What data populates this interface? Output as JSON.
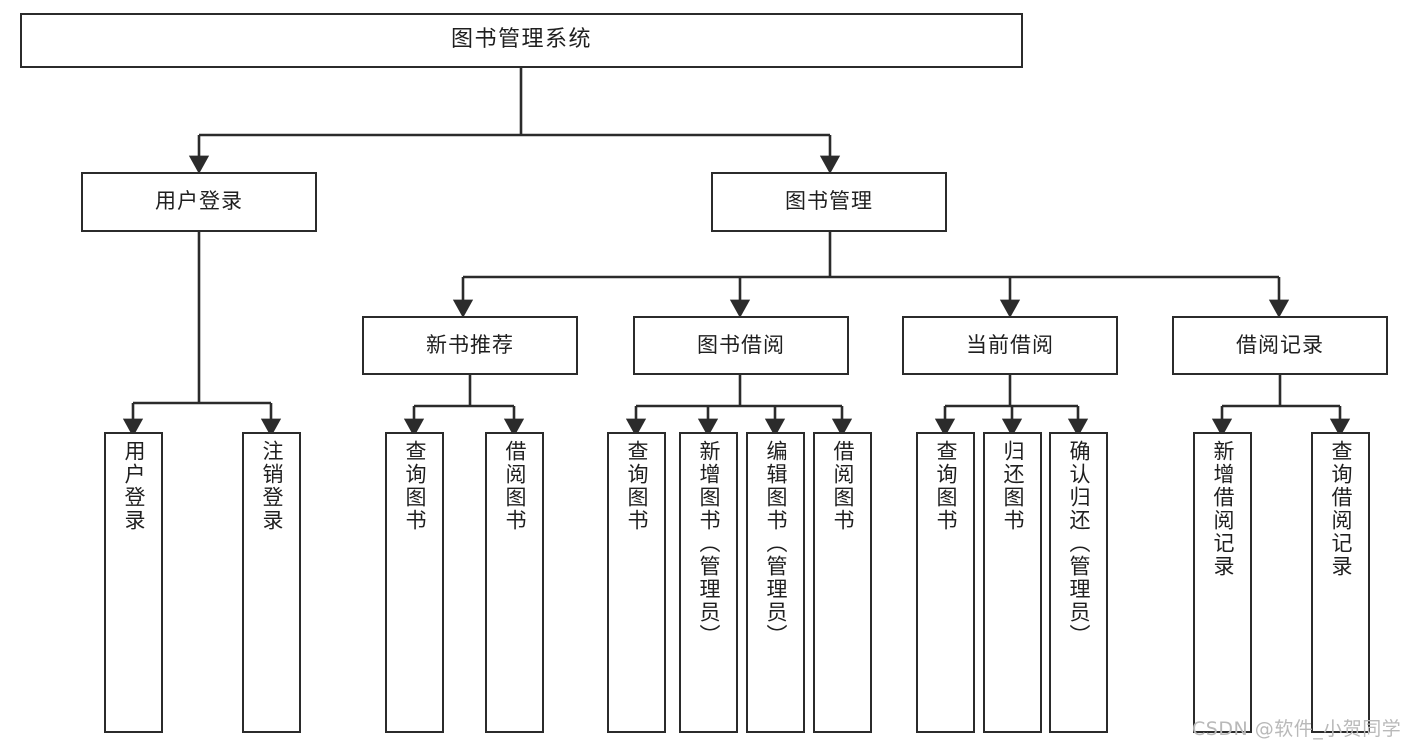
{
  "diagram": {
    "title": "图书管理系统",
    "type": "tree-hierarchy-diagram",
    "colors": {
      "box_border": "#2b2b2b",
      "box_fill": "#ffffff",
      "connector": "#2b2b2b",
      "text": "#1f1f1f",
      "watermark": "#b9b9b9",
      "background": "#ffffff"
    }
  },
  "nodes": {
    "root": {
      "label": "图书管理系统"
    },
    "level2": [
      {
        "label": "用户登录"
      },
      {
        "label": "图书管理"
      }
    ],
    "level3": [
      {
        "label": "新书推荐"
      },
      {
        "label": "图书借阅"
      },
      {
        "label": "当前借阅"
      },
      {
        "label": "借阅记录"
      }
    ],
    "leaves": {
      "user_login": [
        {
          "label": "用户登录"
        },
        {
          "label": "注销登录"
        }
      ],
      "new_book_recommend": [
        {
          "label": "查询图书"
        },
        {
          "label": "借阅图书"
        }
      ],
      "book_borrow": [
        {
          "label": "查询图书"
        },
        {
          "label": "新增图书（管理员）"
        },
        {
          "label": "编辑图书（管理员）"
        },
        {
          "label": "借阅图书"
        }
      ],
      "current_borrow": [
        {
          "label": "查询图书"
        },
        {
          "label": "归还图书"
        },
        {
          "label": "确认归还（管理员）"
        }
      ],
      "borrow_record": [
        {
          "label": "新增借阅记录"
        },
        {
          "label": "查询借阅记录"
        }
      ]
    }
  },
  "watermark": {
    "text": "CSDN @软件_小贺同学"
  }
}
